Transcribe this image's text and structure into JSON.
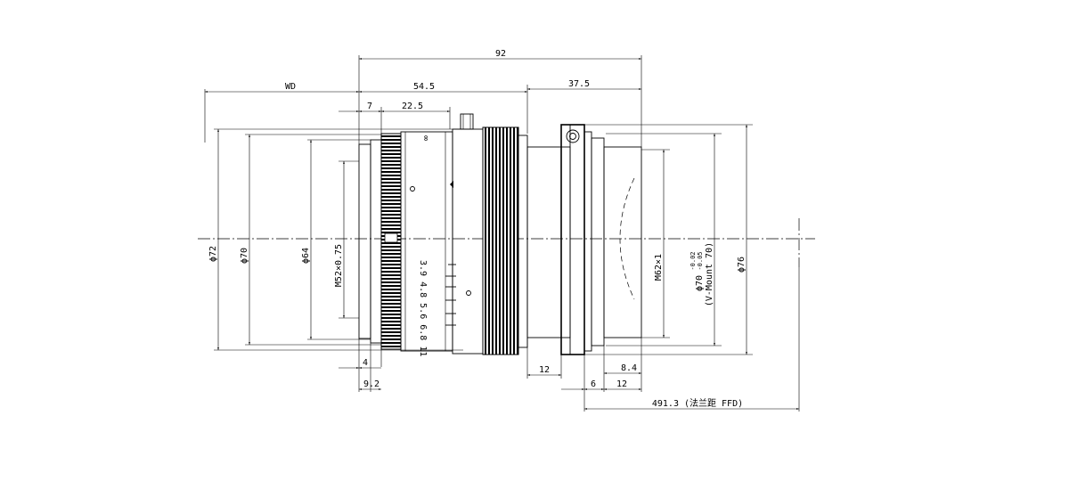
{
  "dimensions": {
    "overall_length": "92",
    "working_distance": "WD",
    "front_length": "54.5",
    "rear_length": "37.5",
    "front_ring": "7",
    "focus_ring": "22.5",
    "filter_thread_depth": "4",
    "front_step": "9.2",
    "flange_gap": "12",
    "mount_offset": "8.4",
    "flange_thickness": "6",
    "mount_depth": "12",
    "flange_focal_distance": "491.3 (法兰距 FFD)",
    "dia_72": "ϕ72",
    "dia_70": "ϕ70",
    "dia_64": "ϕ64",
    "filter_thread": "M52×0.75",
    "mount_thread": "M62×1",
    "mount_diameter": "ϕ70",
    "mount_tolerance_upper": "-0.02",
    "mount_tolerance_lower": "-0.05",
    "mount_name": "(V-Mount 70)",
    "dia_76": "ϕ76"
  },
  "lens_markings": {
    "aperture_scale": "3.9 4.8 5.6 6.8 11",
    "top_mark": "∞"
  }
}
